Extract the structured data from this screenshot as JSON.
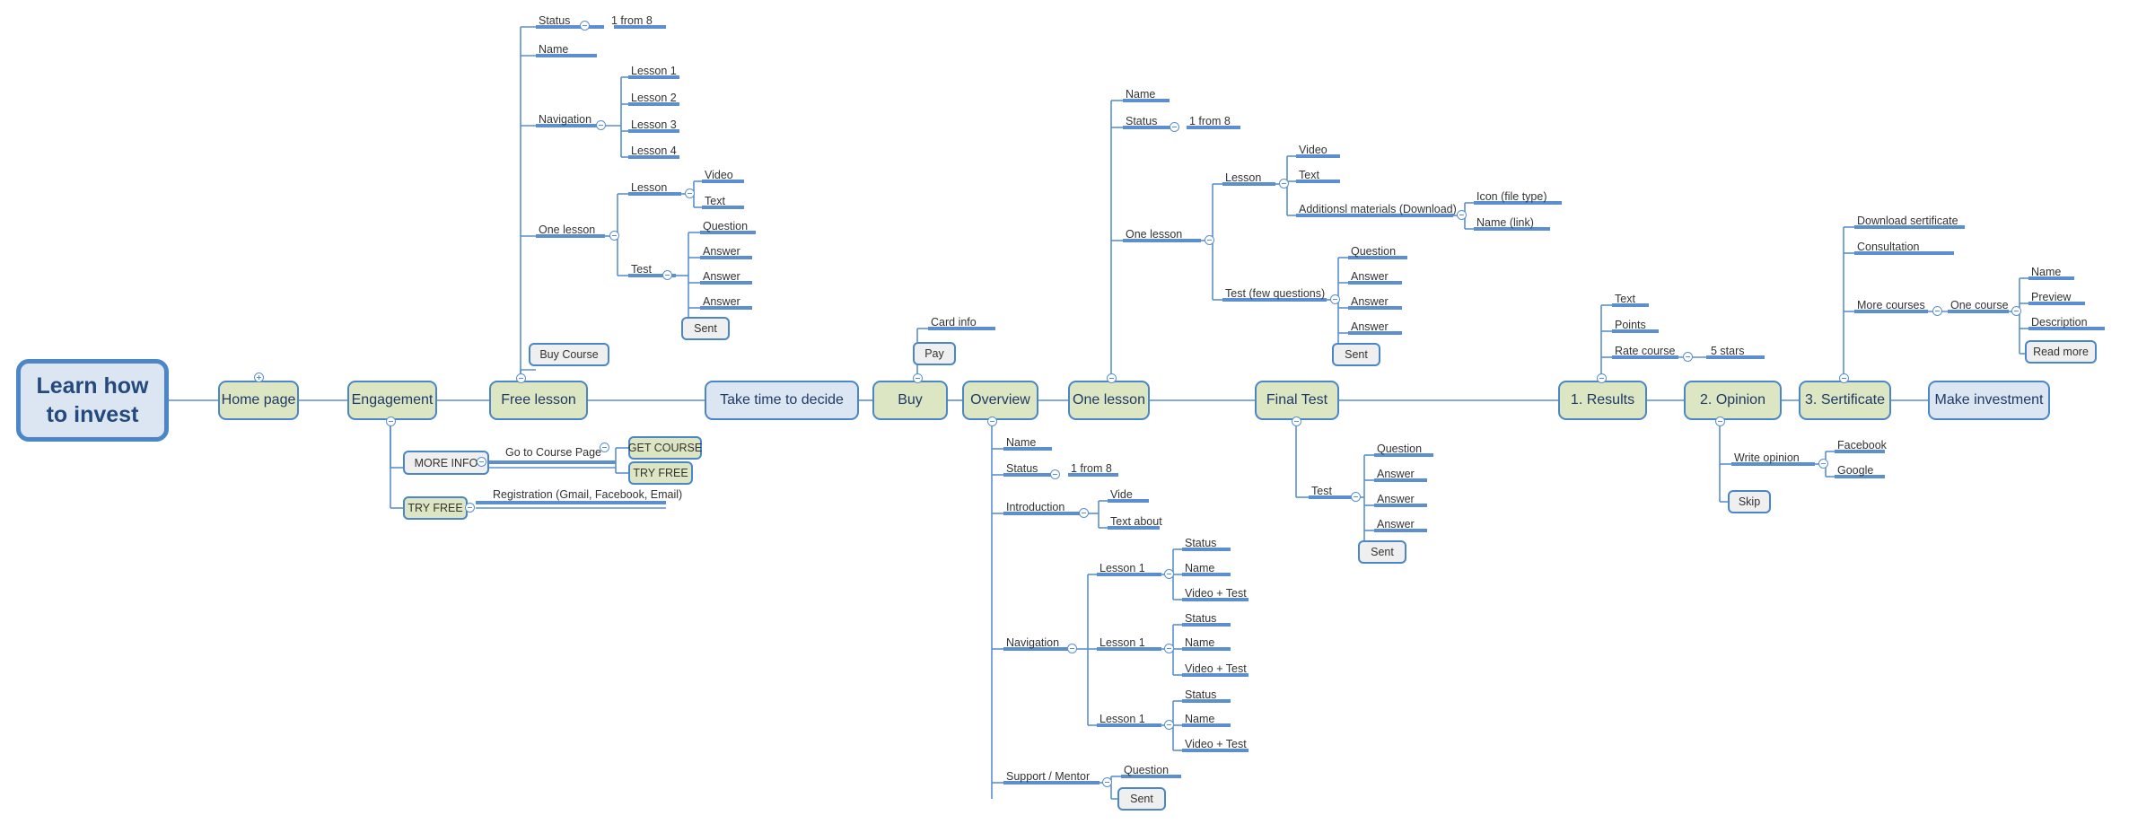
{
  "diagram": {
    "title": "Learn how to invest",
    "root": {
      "label": "Learn how\nto invest",
      "line1": "Learn how",
      "line2": "to invest"
    },
    "spine": [
      {
        "label": "Home page"
      },
      {
        "label": "Engagement"
      },
      {
        "label": "Free lesson"
      },
      {
        "label": "Take time to decide"
      },
      {
        "label": "Buy"
      },
      {
        "label": "Overview"
      },
      {
        "label": "One lesson"
      },
      {
        "label": "Final Test"
      },
      {
        "label": "1. Results"
      },
      {
        "label": "2. Opinion"
      },
      {
        "label": "3. Sertificate"
      },
      {
        "label": "Make investment"
      }
    ],
    "engagement": {
      "more_info": "MORE INFO",
      "go_to_course_page": "Go to Course Page",
      "get_course": "GET COURSE",
      "try_free_a": "TRY FREE",
      "try_free_b": "TRY FREE",
      "registration": "Registration (Gmail, Facebook, Email)"
    },
    "free_lesson": {
      "status": "Status",
      "status_value": "1 from 8",
      "name": "Name",
      "navigation": "Navigation",
      "lessons": [
        "Lesson 1",
        "Lesson 2",
        "Lesson 3",
        "Lesson 4"
      ],
      "one_lesson": "One lesson",
      "lesson": "Lesson",
      "video": "Video",
      "text": "Text",
      "test": "Test",
      "question": "Question",
      "answers": [
        "Answer",
        "Answer",
        "Answer"
      ],
      "sent": "Sent",
      "buy_course": "Buy Course"
    },
    "buy": {
      "card_info": "Card info",
      "pay": "Pay"
    },
    "overview": {
      "name": "Name",
      "status": "Status",
      "status_value": "1 from 8",
      "introduction": "Introduction",
      "vide": "Vide",
      "text_about": "Text about",
      "navigation": "Navigation",
      "lessons": [
        {
          "label": "Lesson 1",
          "status": "Status",
          "name": "Name",
          "video_test": "Video + Test"
        },
        {
          "label": "Lesson 1",
          "status": "Status",
          "name": "Name",
          "video_test": "Video + Test"
        },
        {
          "label": "Lesson 1",
          "status": "Status",
          "name": "Name",
          "video_test": "Video + Test"
        }
      ],
      "support": "Support / Mentor",
      "question": "Question",
      "sent": "Sent"
    },
    "one_lesson": {
      "name": "Name",
      "status": "Status",
      "status_value": "1 from 8",
      "one_lesson": "One lesson",
      "lesson": "Lesson",
      "video": "Video",
      "text": "Text",
      "additional_materials": "Additionsl materials (Download)",
      "icon_file_type": "Icon (file type)",
      "name_link": "Name (link)",
      "test": "Test (few questions)",
      "question": "Question",
      "answers": [
        "Answer",
        "Answer",
        "Answer"
      ],
      "sent": "Sent"
    },
    "final_test": {
      "test": "Test",
      "question": "Question",
      "answers": [
        "Answer",
        "Answer",
        "Answer"
      ],
      "sent": "Sent"
    },
    "results": {
      "text": "Text",
      "points": "Points",
      "rate_course": "Rate course",
      "stars": "5 stars"
    },
    "opinion": {
      "write_opinion": "Write opinion",
      "facebook": "Facebook",
      "google": "Google",
      "skip": "Skip"
    },
    "sertificate": {
      "download": "Download sertificate",
      "consultation": "Consultation",
      "more_courses": "More courses",
      "one_course": "One course",
      "course_name": "Name",
      "preview": "Preview",
      "description": "Description",
      "read_more": "Read more"
    },
    "colors": {
      "line": "#5b8fd0",
      "underline": "#5b8fd0",
      "node_green": "#dde6c3",
      "node_blue": "#dce6f2",
      "border": "#4a86c8",
      "root_text": "#24497d",
      "leaf_text": "#333333",
      "box_grey": "#efefef"
    }
  }
}
